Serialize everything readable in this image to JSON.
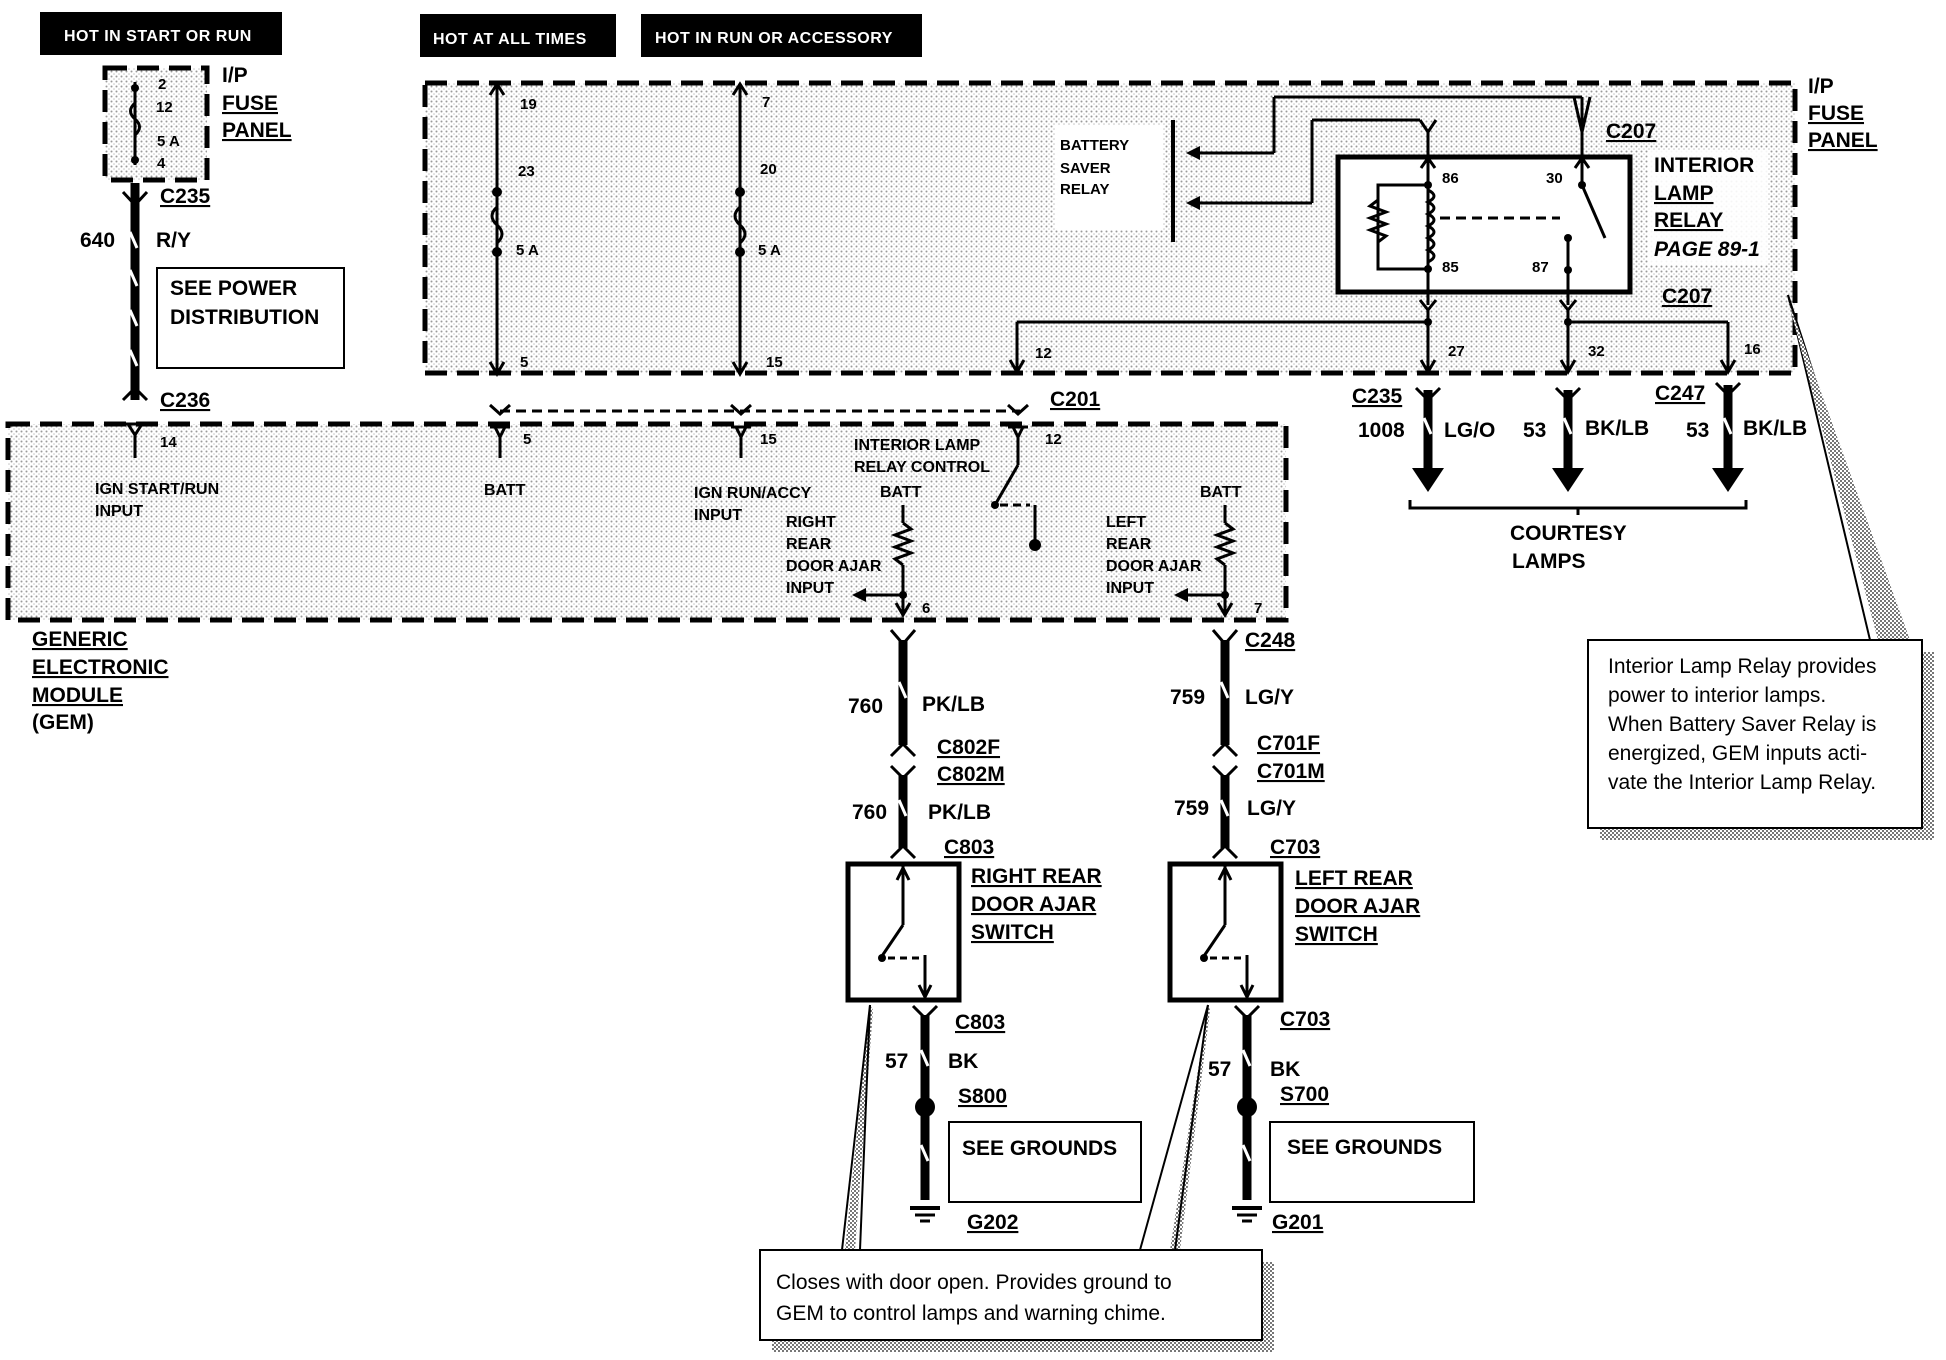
{
  "headers": {
    "hot_start_run": "HOT IN START OR RUN",
    "hot_all_times": "HOT AT ALL TIMES",
    "hot_run_accessory": "HOT IN RUN OR ACCESSORY"
  },
  "fuse_panel_left": {
    "title_l1": "I/P",
    "title_l2": "FUSE",
    "title_l3": "PANEL",
    "pin_top": "2",
    "fuse_num": "12",
    "rating": "5 A",
    "pin_bottom": "4"
  },
  "fuse_panel_right": {
    "title_l1": "I/P",
    "title_l2": "FUSE",
    "title_l3": "PANEL",
    "fuse_a": {
      "pin_top": "19",
      "fuse_num": "23",
      "rating": "5 A",
      "pin_bottom": "5"
    },
    "fuse_b": {
      "pin_top": "7",
      "fuse_num": "20",
      "rating": "5 A",
      "pin_bottom": "15"
    },
    "battery_saver_l1": "BATTERY",
    "battery_saver_l2": "SAVER",
    "battery_saver_l3": "RELAY",
    "connector_top": "C207",
    "connector_bottom": "C207",
    "relay": {
      "title_l1": "INTERIOR",
      "title_l2": "LAMP",
      "title_l3": "RELAY",
      "page_ref": "PAGE 89-1",
      "pin_86": "86",
      "pin_30": "30",
      "pin_85": "85",
      "pin_87": "87"
    },
    "out_pin_12": "12",
    "out_pin_27": "27",
    "out_pin_32": "32",
    "out_pin_16": "16"
  },
  "left_circuit": {
    "connector_top": "C235",
    "wire_num": "640",
    "wire_color": "R/Y",
    "see_l1": "SEE POWER",
    "see_l2": "DISTRIBUTION",
    "connector_bottom": "C236",
    "pin": "14"
  },
  "gem": {
    "title_l1": "GENERIC",
    "title_l2": "ELECTRONIC",
    "title_l3": "MODULE",
    "title_l4": "(GEM)",
    "connector": "C201",
    "ign_start_l1": "IGN START/RUN",
    "ign_start_l2": "INPUT",
    "batt_label": "BATT",
    "batt_pin": "5",
    "ign_run_l1": "IGN RUN/ACCY",
    "ign_run_l2": "INPUT",
    "ign_run_pin": "15",
    "relay_ctrl_l1": "INTERIOR LAMP",
    "relay_ctrl_l2": "RELAY CONTROL",
    "relay_ctrl_pin": "12",
    "rr_batt": "BATT",
    "rr_l1": "RIGHT",
    "rr_l2": "REAR",
    "rr_l3": "DOOR AJAR",
    "rr_l4": "INPUT",
    "rr_pin": "6",
    "lr_batt": "BATT",
    "lr_l1": "LEFT",
    "lr_l2": "REAR",
    "lr_l3": "DOOR AJAR",
    "lr_l4": "INPUT",
    "lr_pin": "7"
  },
  "courtesy": {
    "c235": "C235",
    "c247": "C247",
    "w1_num": "1008",
    "w1_color": "LG/O",
    "w2_num": "53",
    "w2_color": "BK/LB",
    "w3_num": "53",
    "w3_color": "BK/LB",
    "label_l1": "COURTESY",
    "label_l2": "LAMPS"
  },
  "note_relay": {
    "l1": "Interior Lamp Relay provides",
    "l2": "power to interior lamps.",
    "l3": "When Battery Saver Relay is",
    "l4": "energized, GEM inputs acti-",
    "l5": "vate the Interior Lamp Relay."
  },
  "right_rear": {
    "wire_num_top": "760",
    "wire_color_top": "PK/LB",
    "conn_f": "C802F",
    "conn_m": "C802M",
    "wire_num_bot": "760",
    "wire_color_bot": "PK/LB",
    "conn_sw_top": "C803",
    "sw_l1": "RIGHT REAR",
    "sw_l2": "DOOR AJAR",
    "sw_l3": "SWITCH",
    "conn_sw_bot": "C803",
    "gnd_wire_num": "57",
    "gnd_wire_color": "BK",
    "splice": "S800",
    "see_grounds": "SEE GROUNDS",
    "ground": "G202"
  },
  "left_rear": {
    "conn_top": "C248",
    "wire_num_top": "759",
    "wire_color_top": "LG/Y",
    "conn_f": "C701F",
    "conn_m": "C701M",
    "wire_num_bot": "759",
    "wire_color_bot": "LG/Y",
    "conn_sw_top": "C703",
    "sw_l1": "LEFT REAR",
    "sw_l2": "DOOR AJAR",
    "sw_l3": "SWITCH",
    "conn_sw_bot": "C703",
    "gnd_wire_num": "57",
    "gnd_wire_color": "BK",
    "splice": "S700",
    "see_grounds": "SEE GROUNDS",
    "ground": "G201"
  },
  "note_switch": {
    "l1": "Closes with door open. Provides ground to",
    "l2": "GEM to control lamps and warning chime."
  }
}
